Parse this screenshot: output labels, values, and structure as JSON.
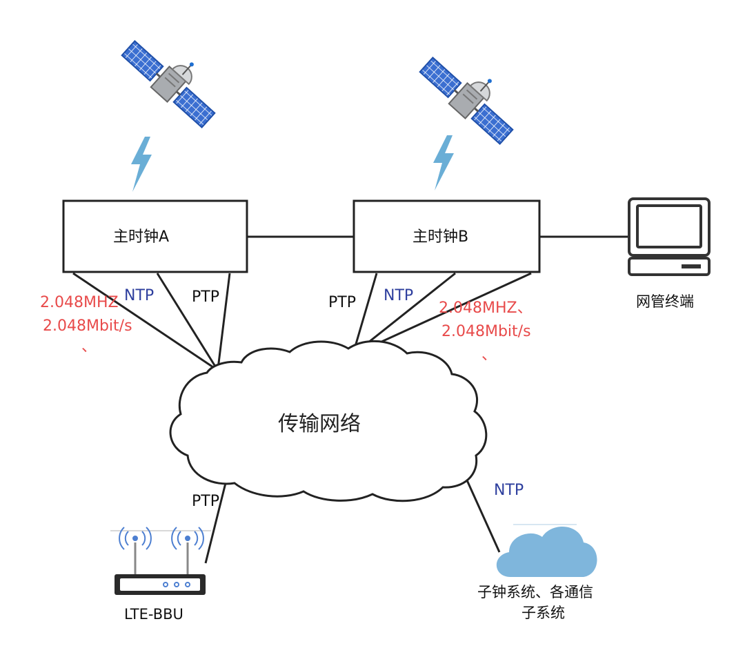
{
  "nodes": {
    "clock_a": "主时钟A",
    "clock_b": "主时钟B",
    "network": "传输网络",
    "nms": "网管终端",
    "bbu": "LTE-BBU",
    "subsystems_line1": "子钟系统、各通信",
    "subsystems_line2": "子系统"
  },
  "links": {
    "a_freq_line1": "2.048MHZ",
    "a_freq_line2": "2.048Mbit/s",
    "a_freq_mark": "、",
    "a_ntp": "NTP",
    "a_ptp": "PTP",
    "b_ptp": "PTP",
    "b_ntp": "NTP",
    "b_freq_line1": "2.048MHZ、",
    "b_freq_line2": "2.048Mbit/s",
    "b_freq_mark": "、",
    "bbu_ptp": "PTP",
    "sub_ntp": "NTP"
  },
  "icons": [
    "satellite-icon",
    "lightning-icon",
    "computer-terminal-icon",
    "router-icon",
    "cloud-icon"
  ],
  "colors": {
    "frequency_label": "#e84a4a",
    "ntp_label": "#2e3f9e",
    "satellite_panel": "#3b6fd1",
    "lightning": "#6aaed6",
    "small_cloud": "#7fb6dc"
  }
}
